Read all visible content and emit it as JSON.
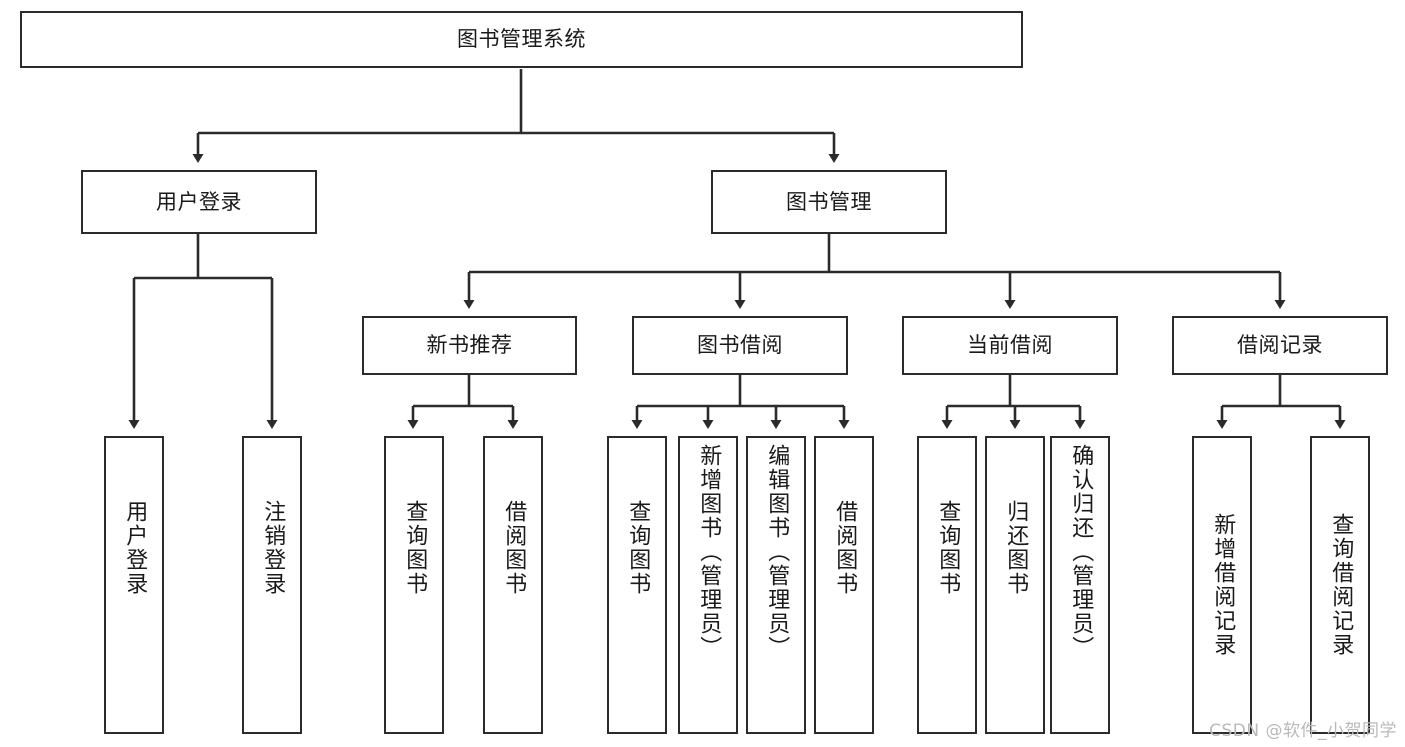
{
  "diagram": {
    "title": "图书管理系统",
    "watermark": "CSDN @软件_小贺同学",
    "line_color": "#2b2b2b",
    "box_fill": "#ffffff",
    "text_color": "#1a1a1a",
    "watermark_color": "#b9b9b9"
  },
  "nodes": {
    "root": {
      "label": "图书管理系统"
    },
    "level2": [
      {
        "label": "用户登录"
      },
      {
        "label": "图书管理"
      }
    ],
    "level3": [
      {
        "label": "新书推荐"
      },
      {
        "label": "图书借阅"
      },
      {
        "label": "当前借阅"
      },
      {
        "label": "借阅记录"
      }
    ],
    "leaves": [
      {
        "label": "用户登录"
      },
      {
        "label": "注销登录"
      },
      {
        "label": "查询图书"
      },
      {
        "label": "借阅图书"
      },
      {
        "label": "查询图书"
      },
      {
        "label": "新增图书（管理员）"
      },
      {
        "label": "编辑图书（管理员）"
      },
      {
        "label": "借阅图书"
      },
      {
        "label": "查询图书"
      },
      {
        "label": "归还图书"
      },
      {
        "label": "确认归还（管理员）"
      },
      {
        "label": "新增借阅记录"
      },
      {
        "label": "查询借阅记录"
      }
    ]
  },
  "chart_data": {
    "type": "tree-diagram",
    "title": "图书管理系统",
    "orientation": "top-down",
    "levels": 4,
    "hierarchy": {
      "name": "图书管理系统",
      "children": [
        {
          "name": "用户登录",
          "children": [
            {
              "name": "用户登录"
            },
            {
              "name": "注销登录"
            }
          ]
        },
        {
          "name": "图书管理",
          "children": [
            {
              "name": "新书推荐",
              "children": [
                {
                  "name": "查询图书"
                },
                {
                  "name": "借阅图书"
                }
              ]
            },
            {
              "name": "图书借阅",
              "children": [
                {
                  "name": "查询图书"
                },
                {
                  "name": "新增图书（管理员）"
                },
                {
                  "name": "编辑图书（管理员）"
                },
                {
                  "name": "借阅图书"
                }
              ]
            },
            {
              "name": "当前借阅",
              "children": [
                {
                  "name": "查询图书"
                },
                {
                  "name": "归还图书"
                },
                {
                  "name": "确认归还（管理员）"
                }
              ]
            },
            {
              "name": "借阅记录",
              "children": [
                {
                  "name": "新增借阅记录"
                },
                {
                  "name": "查询借阅记录"
                }
              ]
            }
          ]
        }
      ]
    }
  }
}
